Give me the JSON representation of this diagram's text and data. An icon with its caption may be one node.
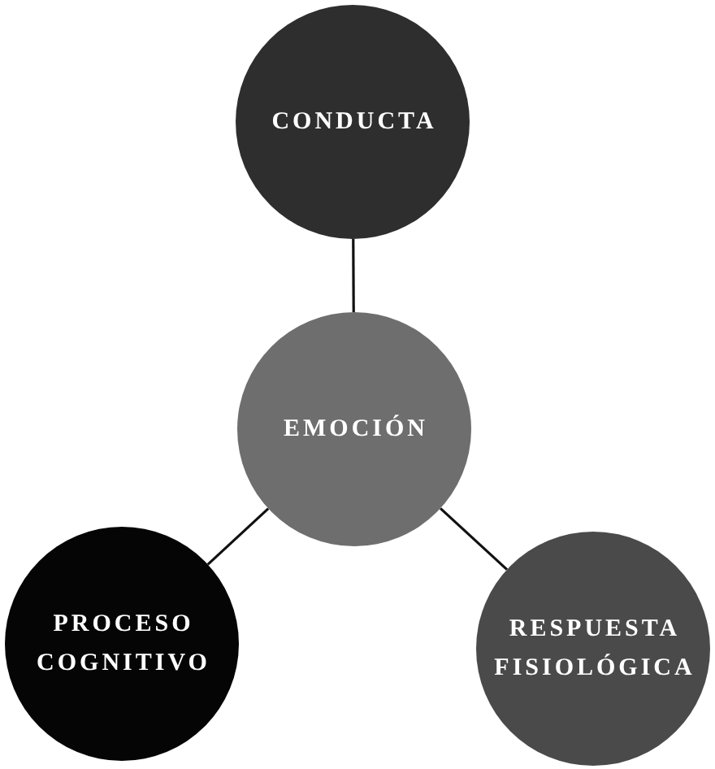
{
  "diagram": {
    "nodes": [
      {
        "text": [
          "CONDUCTA"
        ]
      },
      {
        "text": [
          "EMOCIÓN"
        ]
      },
      {
        "text": [
          "PROCESO COGNITIVO"
        ]
      },
      {
        "text": [
          "RESPUESTA FISIOLÓGICA"
        ]
      }
    ],
    "edges": [
      {
        "from": 0,
        "to": 1,
        "arrow": "none"
      },
      {
        "from": 1,
        "to": 2,
        "arrow": "none"
      },
      {
        "from": 1,
        "to": 3,
        "arrow": "none"
      }
    ]
  }
}
